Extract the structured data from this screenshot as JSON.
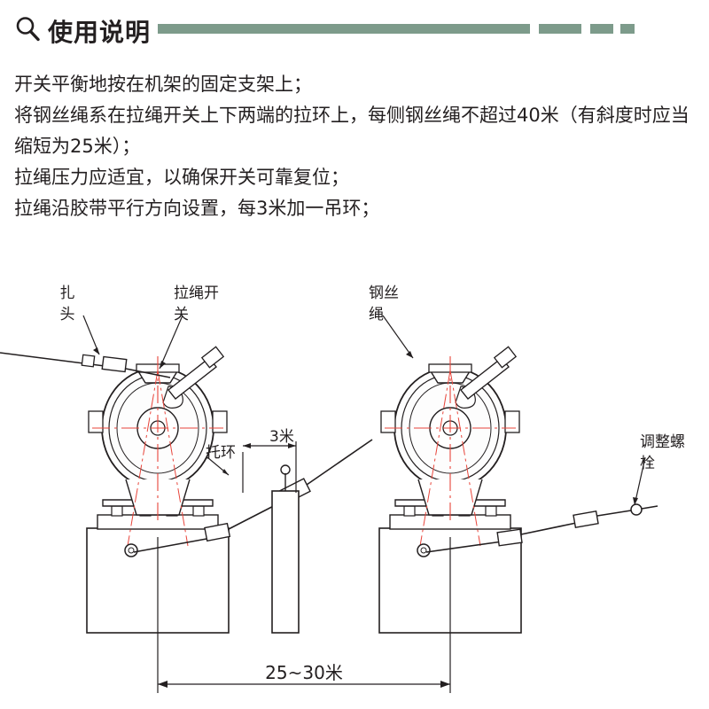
{
  "header": {
    "icon": "magnifier-icon",
    "title": "使用说明",
    "bar_color": "#7d9b8b"
  },
  "instructions": [
    "开关平衡地按在机架的固定支架上；",
    "将钢丝绳系在拉绳开关上下两端的拉环上，每侧钢丝绳不超过40米（有斜度时应当",
    "缩短为25米）；",
    "拉绳压力应适宜，以确保开关可靠复位；",
    "拉绳沿胶带平行方向设置，每3米加一吊环；"
  ],
  "diagram": {
    "labels": {
      "tie_head_line1": "扎",
      "tie_head_line2": "头",
      "pull_switch_line1": "拉绳开",
      "pull_switch_line2": "关",
      "wire_rope_line1": "钢丝",
      "wire_rope_line2": "绳",
      "hanger_ring": "托环",
      "three_meter": "3米",
      "adjust_screw_line1": "调整螺",
      "adjust_screw_line2": "栓",
      "span_dimension": "25~30米"
    },
    "colors": {
      "outline": "#231f20",
      "centerline": "#e8443a",
      "body_fill": "#fdfdfd"
    }
  }
}
